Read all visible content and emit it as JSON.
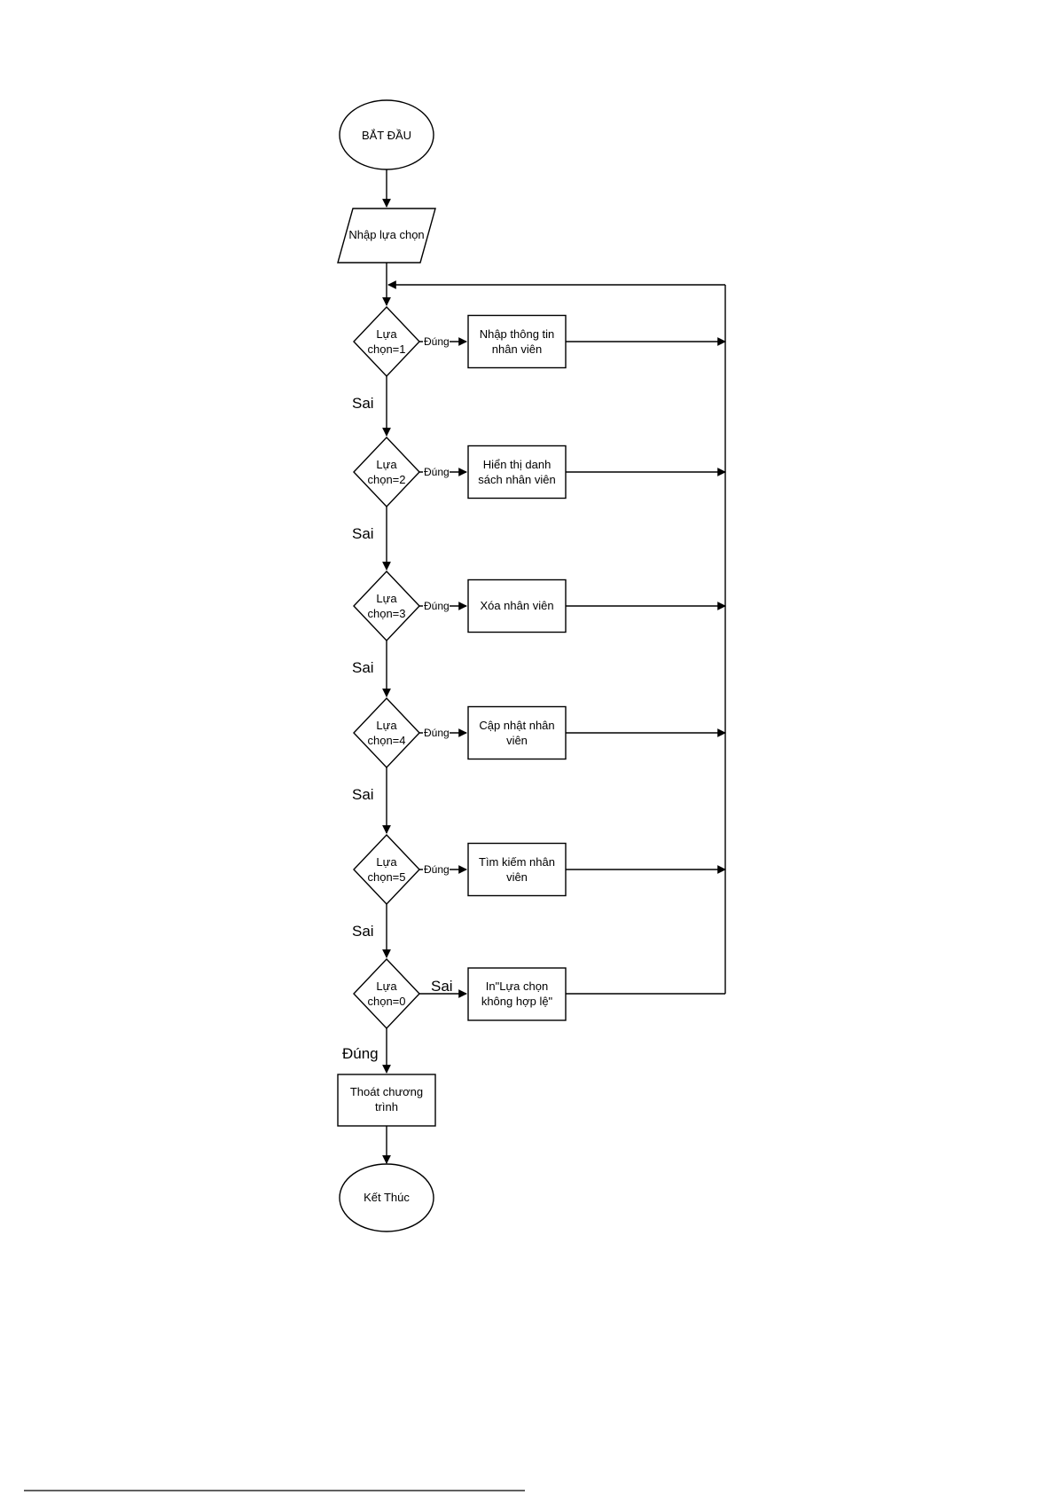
{
  "start": "BẮT ĐẦU",
  "input": "Nhập lựa chọn",
  "decisions": [
    {
      "cond": [
        "Lựa",
        "chọn=1"
      ],
      "yes": "Đúng",
      "action": [
        "Nhập thông tin",
        "nhân viên"
      ],
      "no": "Sai"
    },
    {
      "cond": [
        "Lựa",
        "chọn=2"
      ],
      "yes": "Đúng",
      "action": [
        "Hiển thị danh",
        "sách nhân viên"
      ],
      "no": "Sai"
    },
    {
      "cond": [
        "Lựa",
        "chọn=3"
      ],
      "yes": "Đúng",
      "action": [
        "Xóa nhân viên"
      ],
      "no": "Sai"
    },
    {
      "cond": [
        "Lựa",
        "chọn=4"
      ],
      "yes": "Đúng",
      "action": [
        "Cập nhật nhân",
        "viên"
      ],
      "no": "Sai"
    },
    {
      "cond": [
        "Lựa",
        "chọn=5"
      ],
      "yes": "Đúng",
      "action": [
        "Tìm kiếm nhân",
        "viên"
      ],
      "no": "Sai"
    }
  ],
  "last_decision": {
    "cond": [
      "Lựa",
      "chọn=0"
    ],
    "no": "Sai",
    "action": [
      "In\"Lựa chọn",
      "không hợp lệ\""
    ],
    "yes": "Đúng"
  },
  "exit": [
    "Thoát chương",
    "trình"
  ],
  "end": "Kết Thúc"
}
